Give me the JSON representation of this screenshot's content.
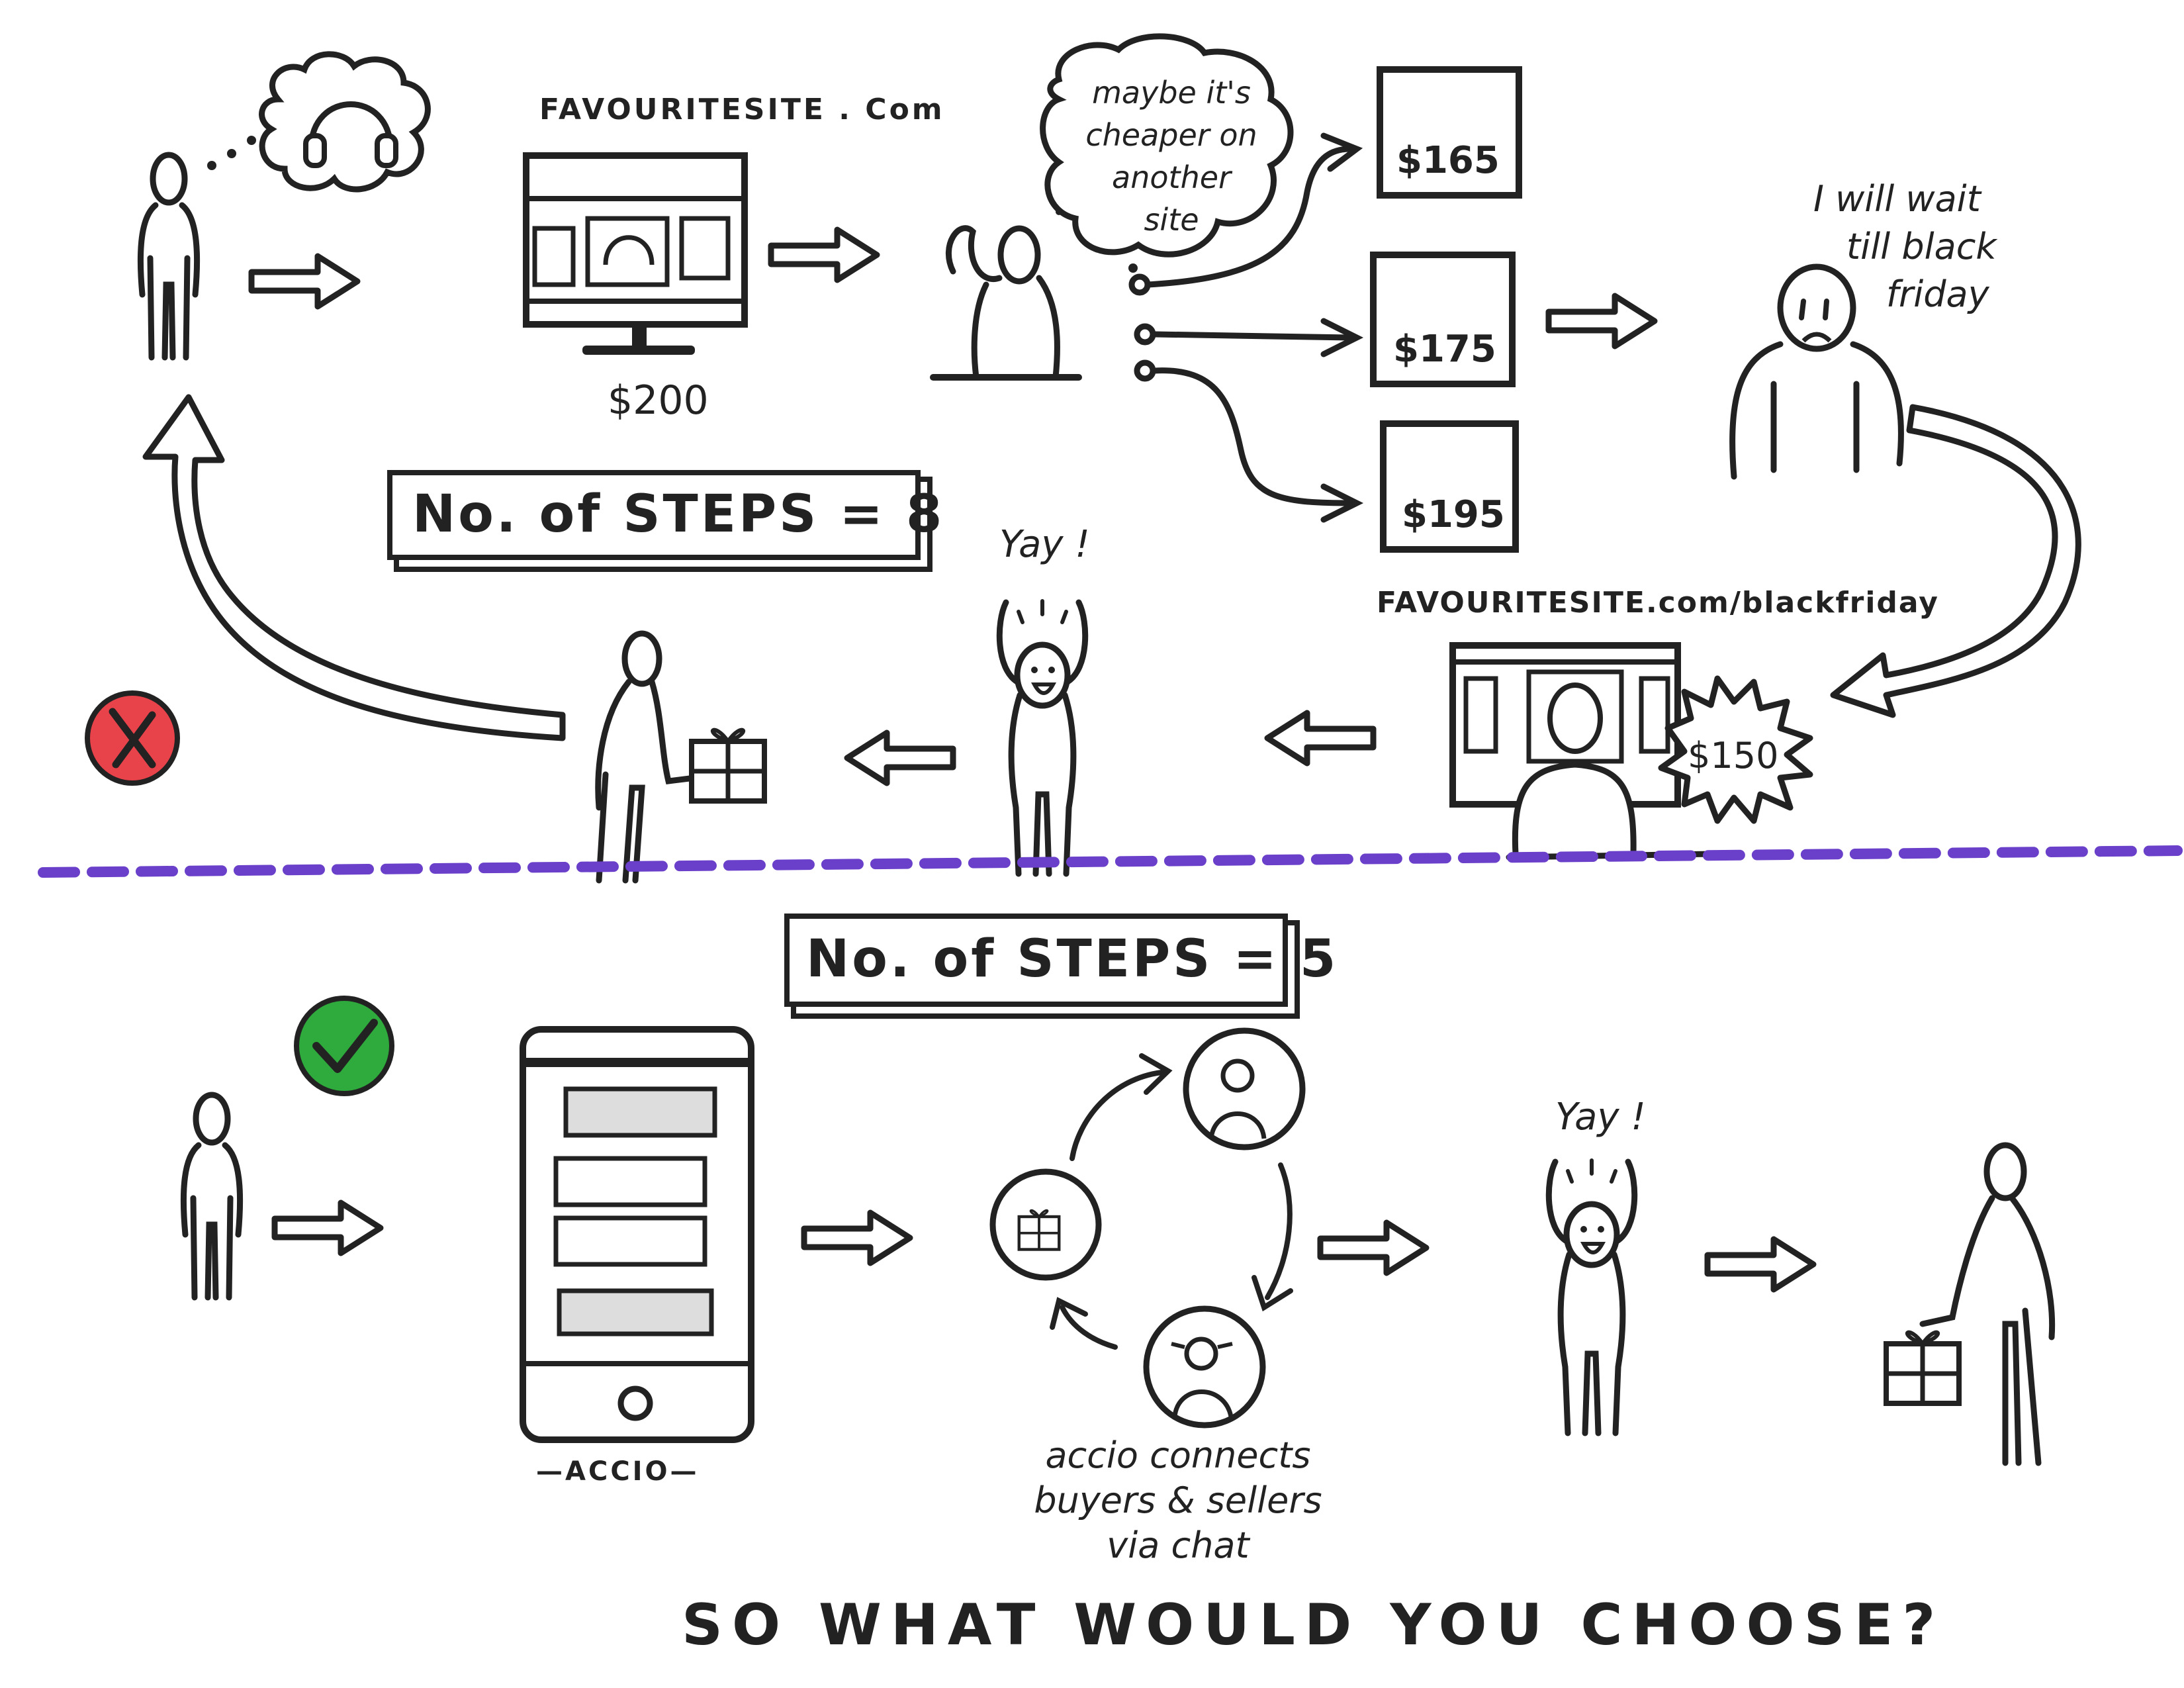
{
  "top": {
    "site_label": "FAVOURITESITE . Com",
    "price_main": "$200",
    "thought": [
      "maybe it's",
      "cheaper on",
      "another",
      "site"
    ],
    "prices": [
      "$165",
      "$175",
      "$195"
    ],
    "wait_text": [
      "I will wait",
      "till black",
      "friday"
    ],
    "blackfriday_label": "FAVOURITESITE.com/blackfriday",
    "sale_price": "$150",
    "yay": "Yay !",
    "steps": "No. of STEPS = 8",
    "result_color": "#e8434a"
  },
  "bottom": {
    "steps": "No. of STEPS = 5",
    "app_label": "—ACCIO—",
    "connect_text": [
      "accio connects",
      "buyers & sellers",
      "via chat"
    ],
    "yay": "Yay !",
    "result_color": "#2faa3c"
  },
  "divider_color": "#6a3fc9",
  "question": "SO WHAT WOULD YOU CHOOSE?",
  "icons": [
    "person-icon",
    "headphones-icon",
    "thought-cloud-icon",
    "monitor-icon",
    "arrow-icon",
    "gift-icon",
    "phone-icon",
    "check-icon",
    "cross-icon",
    "starburst-icon"
  ]
}
